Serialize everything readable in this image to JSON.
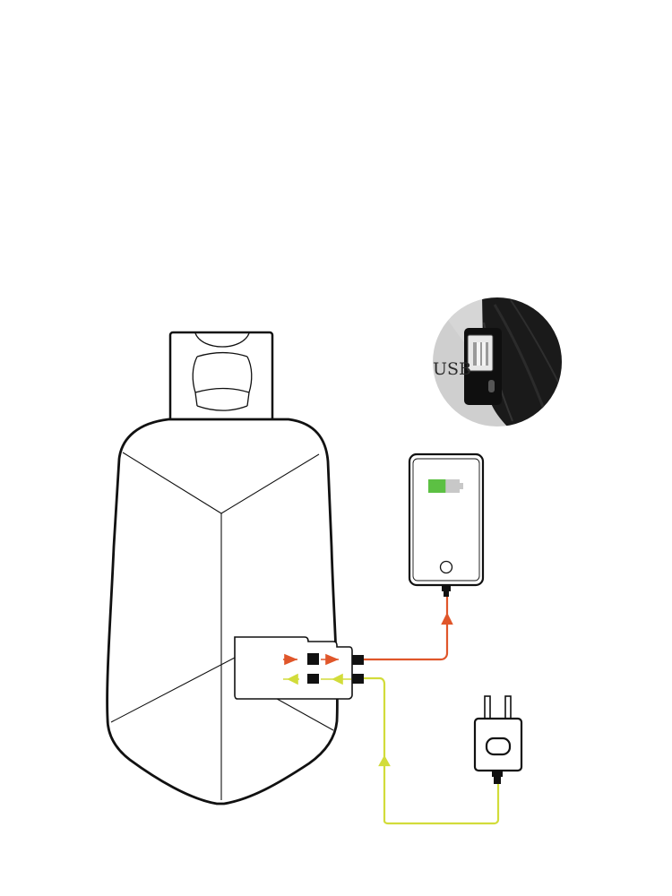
{
  "usb_callout": {
    "label": "USB"
  },
  "colors": {
    "output_cable": "#e0562a",
    "input_cable": "#d2dc3a",
    "outline": "#111111",
    "battery_fill": "#5cc043",
    "battery_empty": "#c8c8c8"
  },
  "icons": {
    "backpack": "sling-backpack-icon",
    "phone": "smartphone-icon",
    "adapter": "wall-plug-adapter-icon",
    "port_photo": "usb-port-closeup-photo"
  },
  "phone": {
    "battery_level": 0.55
  }
}
